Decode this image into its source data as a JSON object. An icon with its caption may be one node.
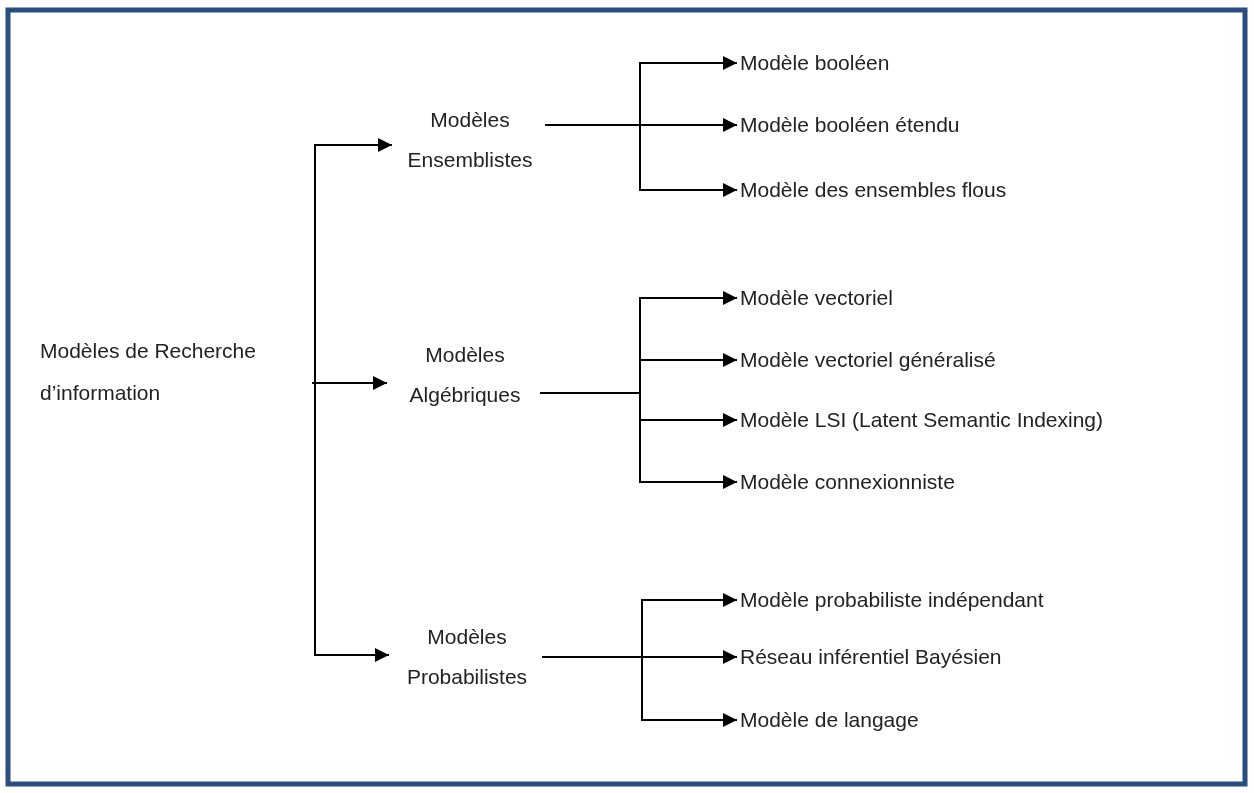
{
  "diagram": {
    "nodes": [
      {
        "text": [
          "Modèles de Recherche d’information"
        ]
      },
      {
        "text": [
          "Modèles Ensemblistes"
        ]
      },
      {
        "text": [
          "Modèles Algébriques"
        ]
      },
      {
        "text": [
          "Modèles Probabilistes"
        ]
      },
      {
        "text": [
          "Modèle booléen"
        ]
      },
      {
        "text": [
          "Modèle booléen étendu"
        ]
      },
      {
        "text": [
          "Modèle des ensembles flous"
        ]
      },
      {
        "text": [
          "Modèle vectoriel"
        ]
      },
      {
        "text": [
          "Modèle vectoriel généralisé"
        ]
      },
      {
        "text": [
          "Modèle LSI (Latent Semantic Indexing)"
        ]
      },
      {
        "text": [
          "Modèle connexionniste"
        ]
      },
      {
        "text": [
          "Modèle probabiliste indépendant"
        ]
      },
      {
        "text": [
          "Réseau inférentiel Bayésien"
        ]
      },
      {
        "text": [
          "Modèle de langage"
        ]
      }
    ],
    "edges": [
      {
        "from": 0,
        "to": 1,
        "arrow": "to"
      },
      {
        "from": 0,
        "to": 2,
        "arrow": "to"
      },
      {
        "from": 0,
        "to": 3,
        "arrow": "to"
      },
      {
        "from": 1,
        "to": 4,
        "arrow": "to"
      },
      {
        "from": 1,
        "to": 5,
        "arrow": "to"
      },
      {
        "from": 1,
        "to": 6,
        "arrow": "to"
      },
      {
        "from": 2,
        "to": 7,
        "arrow": "to"
      },
      {
        "from": 2,
        "to": 8,
        "arrow": "to"
      },
      {
        "from": 2,
        "to": 9,
        "arrow": "to"
      },
      {
        "from": 2,
        "to": 10,
        "arrow": "to"
      },
      {
        "from": 3,
        "to": 11,
        "arrow": "to"
      },
      {
        "from": 3,
        "to": 12,
        "arrow": "to"
      },
      {
        "from": 3,
        "to": 13,
        "arrow": "to"
      }
    ]
  }
}
